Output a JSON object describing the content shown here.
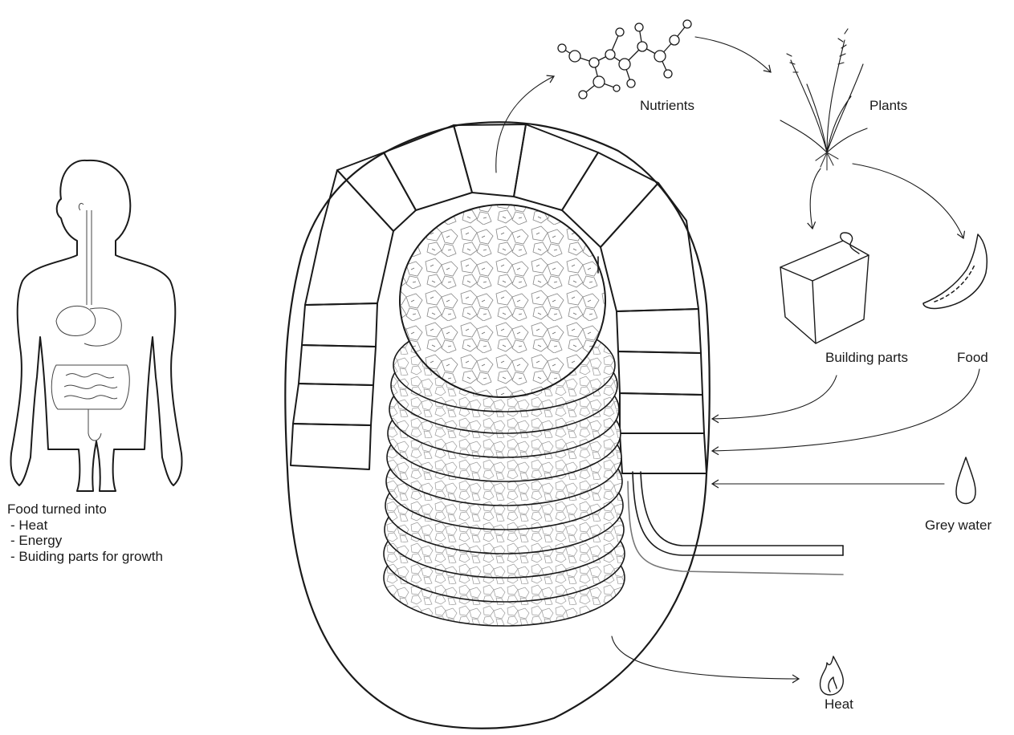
{
  "labels": {
    "nutrients": "Nutrients",
    "plants": "Plants",
    "building_parts": "Building parts",
    "food": "Food",
    "grey_water": "Grey water",
    "heat": "Heat"
  },
  "human": {
    "heading": "Food turned into",
    "items": [
      "- Heat",
      "- Energy",
      "- Buiding parts for growth"
    ]
  },
  "icons": [
    "human-body-icon",
    "molecule-icon",
    "plant-icon",
    "building-block-icon",
    "banana-icon",
    "water-drop-icon",
    "flame-icon",
    "compost-dome-icon"
  ],
  "colors": {
    "ink": "#1a1a1a",
    "background": "#ffffff"
  }
}
